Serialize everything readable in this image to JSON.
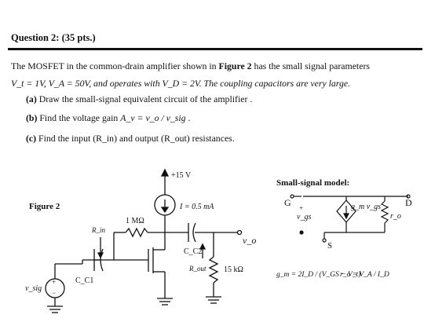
{
  "question": {
    "title": "Question 2: (35 pts.)",
    "intro_part1": "The MOSFET in the common-drain amplifier shown in ",
    "figure_ref": "Figure 2",
    "intro_part2": " has the small signal parameters",
    "params_line": "V_t = 1V, V_A = 50V, and operates with V_D = 2V. The coupling capacitors are very large.",
    "part_a_label": "(a)",
    "part_a_text": "Draw the small-signal equivalent circuit of the amplifier .",
    "part_b_label": "(b)",
    "part_b_text": "Find the voltage gain",
    "part_b_formula": "A_v = v_o / v_sig",
    "part_c_label": "(c)",
    "part_c_text": "Find the input (R_in) and output (R_out) resistances."
  },
  "figure": {
    "label": "Figure 2",
    "supply": "+15 V",
    "current_source": "I = 0.5 mA",
    "r_gate": "1 MΩ",
    "r_in": "R_in",
    "r_out": "R_out",
    "r_load": "15 kΩ",
    "c1": "C_C1",
    "c2": "C_C2",
    "vo": "v_o",
    "vsig": "v_sig"
  },
  "model": {
    "title": "Small-signal model:",
    "g": "G",
    "d": "D",
    "s": "S",
    "vgs": "v_gs",
    "gm_vgs": "g_m v_gs",
    "ro": "r_o",
    "gm_eq": "g_m = 2I_D / (V_GS − V_t)",
    "ro_eq": "r_o = V_A / I_D"
  }
}
